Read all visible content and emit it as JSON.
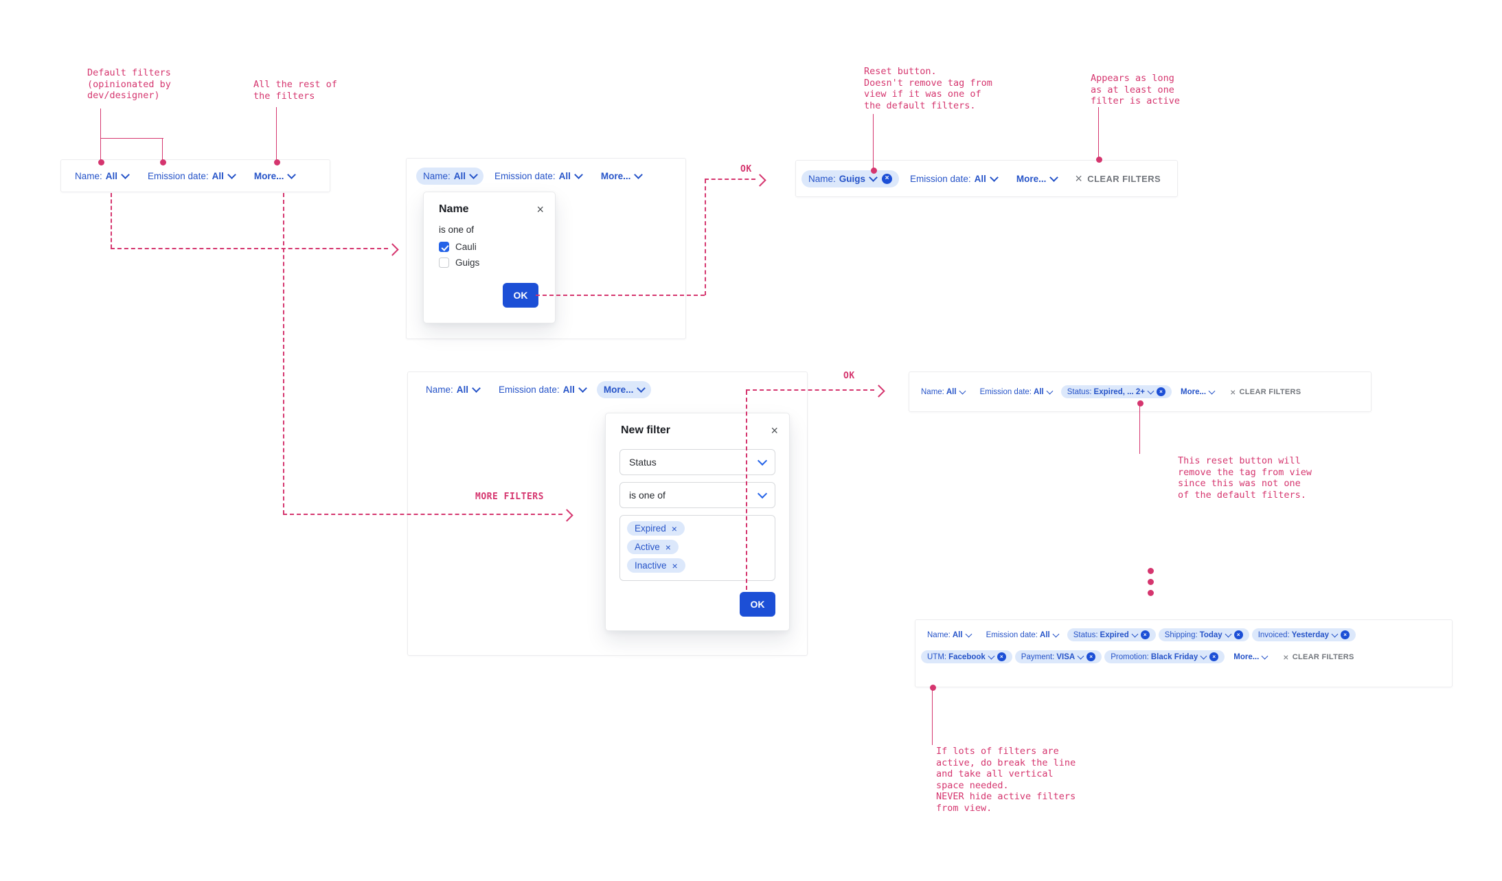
{
  "annotations": {
    "default_filters": "Default filters\n(opinionated by\ndev/designer)",
    "rest_filters": "All the rest of\nthe filters",
    "reset_keeps_tag": "Reset button.\nDoesn't remove tag from\nview if it was one of\nthe default filters.",
    "clear_visibility": "Appears as long\nas at least one\nfilter is active",
    "reset_removes_tag": "This reset button will\nremove the tag from view\nsince this was not one\nof the default filters.",
    "wrap_behavior": "If lots of filters are\nactive, do break the line\nand take all vertical\nspace needed.\nNEVER hide active filters\nfrom view."
  },
  "flow": {
    "ok1": "OK",
    "ok2": "OK",
    "more_filters": "MORE FILTERS"
  },
  "icons": {
    "close": "×",
    "remove": "×",
    "clear": "×",
    "badge_remove": "×"
  },
  "bars": {
    "b1": {
      "items": [
        {
          "label": "Name:",
          "value": "All"
        },
        {
          "label": "Emission date:",
          "value": "All"
        },
        {
          "value": "More..."
        }
      ]
    },
    "b2": {
      "items": [
        {
          "label": "Name:",
          "value": "All"
        },
        {
          "label": "Emission date:",
          "value": "All"
        },
        {
          "value": "More..."
        }
      ]
    },
    "b3": {
      "items": [
        {
          "label": "Name:",
          "value": "Guigs"
        },
        {
          "label": "Emission date:",
          "value": "All"
        },
        {
          "value": "More..."
        }
      ],
      "clear": "CLEAR FILTERS"
    },
    "b4": {
      "items": [
        {
          "label": "Name:",
          "value": "All"
        },
        {
          "label": "Emission date:",
          "value": "All"
        },
        {
          "value": "More..."
        }
      ]
    },
    "b5": {
      "items": [
        {
          "label": "Name:",
          "value": "All"
        },
        {
          "label": "Emission date:",
          "value": "All"
        },
        {
          "label": "Status:",
          "value": "Expired, ... 2+"
        },
        {
          "value": "More..."
        }
      ],
      "clear": "CLEAR FILTERS"
    },
    "b6": {
      "row1": [
        {
          "label": "Name:",
          "value": "All"
        },
        {
          "label": "Emission date:",
          "value": "All"
        },
        {
          "label": "Status:",
          "value": "Expired"
        },
        {
          "label": "Shipping:",
          "value": "Today"
        },
        {
          "label": "Invoiced:",
          "value": "Yesterday"
        }
      ],
      "row2": [
        {
          "label": "UTM:",
          "value": "Facebook"
        },
        {
          "label": "Payment:",
          "value": "VISA"
        },
        {
          "label": "Promotion:",
          "value": "Black Friday"
        },
        {
          "value": "More..."
        }
      ],
      "clear": "CLEAR FILTERS"
    }
  },
  "popup_name": {
    "title": "Name",
    "operator": "is one of",
    "options": [
      {
        "label": "Cauli",
        "checked": true
      },
      {
        "label": "Guigs",
        "checked": false
      }
    ],
    "ok": "OK"
  },
  "popup_new_filter": {
    "title": "New filter",
    "field": "Status",
    "operator": "is one of",
    "tags": [
      "Expired",
      "Active",
      "Inactive"
    ],
    "ok": "OK"
  }
}
